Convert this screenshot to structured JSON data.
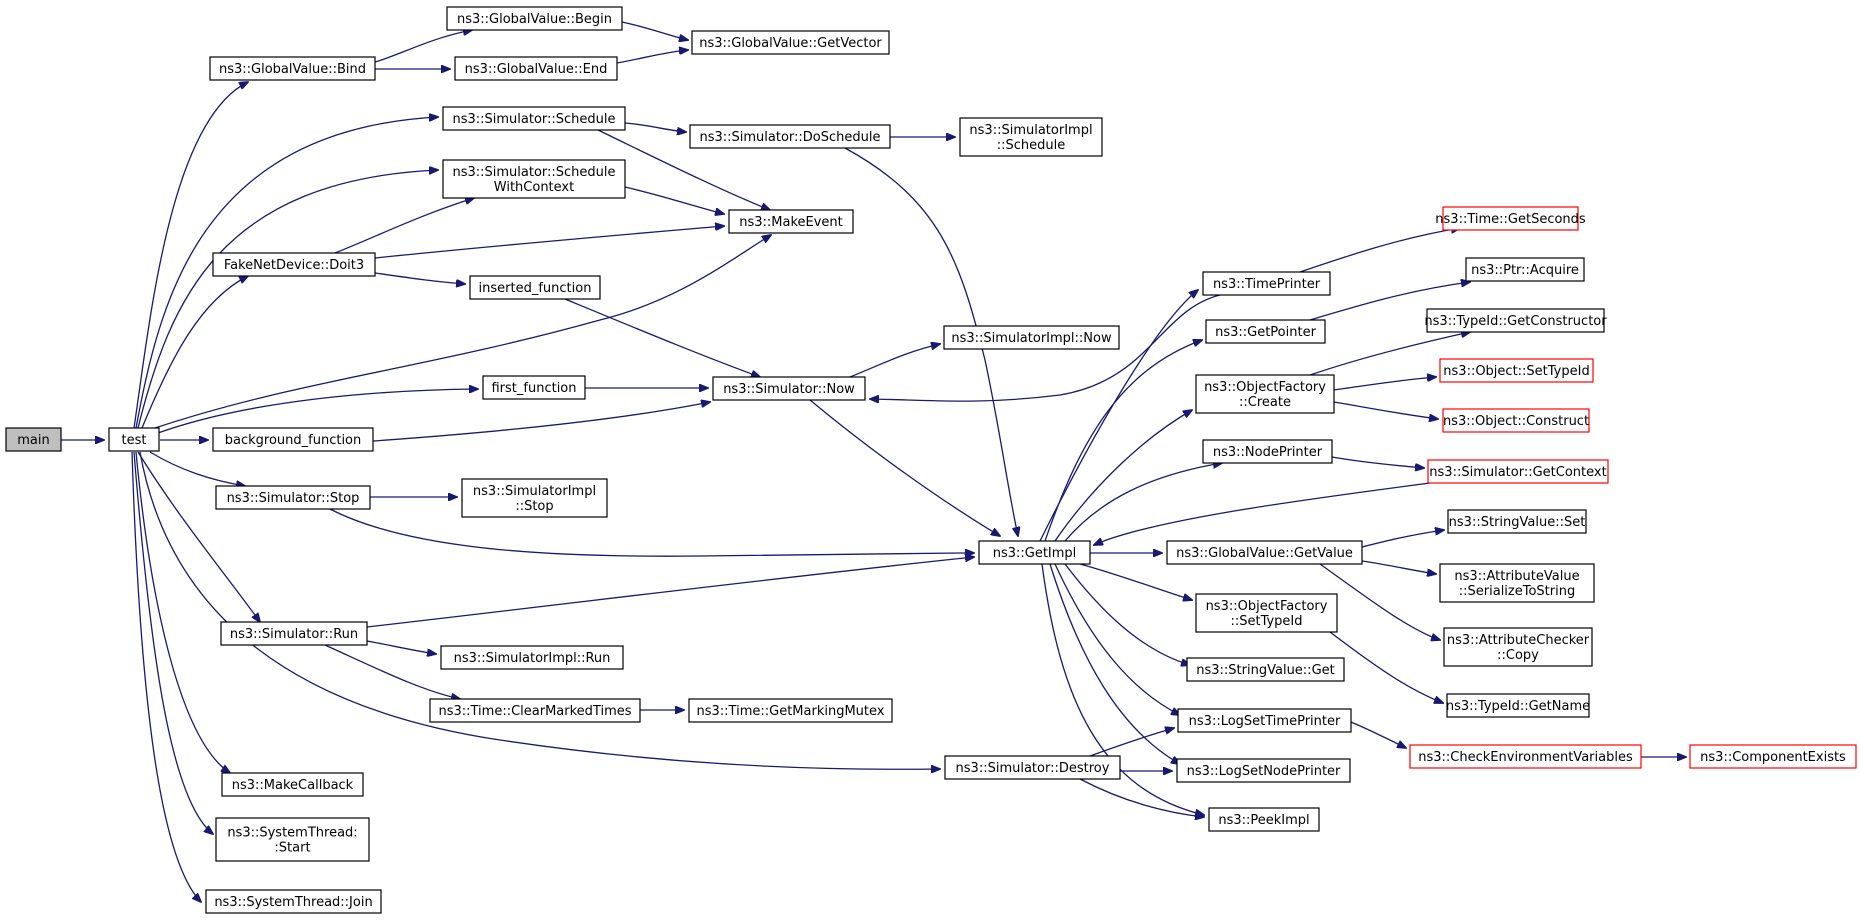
{
  "colors": {
    "edge": "#191970",
    "node_border": "#000000",
    "node_border_incomplete": "#ff0000",
    "root_fill": "#bfbfbf",
    "node_fill": "#ffffff"
  },
  "nodes": [
    {
      "id": "main",
      "lines": [
        "main"
      ],
      "style": "root"
    },
    {
      "id": "test",
      "lines": [
        "test"
      ]
    },
    {
      "id": "gv_bind",
      "lines": [
        "ns3::GlobalValue::Bind"
      ]
    },
    {
      "id": "gv_begin",
      "lines": [
        "ns3::GlobalValue::Begin"
      ]
    },
    {
      "id": "gv_end",
      "lines": [
        "ns3::GlobalValue::End"
      ]
    },
    {
      "id": "gv_getvector",
      "lines": [
        "ns3::GlobalValue::GetVector"
      ]
    },
    {
      "id": "sim_schedule",
      "lines": [
        "ns3::Simulator::Schedule"
      ]
    },
    {
      "id": "sim_doschedule",
      "lines": [
        "ns3::Simulator::DoSchedule"
      ]
    },
    {
      "id": "simimpl_schedule",
      "lines": [
        "ns3::SimulatorImpl",
        "::Schedule"
      ]
    },
    {
      "id": "sim_schedwctx",
      "lines": [
        "ns3::Simulator::Schedule",
        "WithContext"
      ]
    },
    {
      "id": "makeevent",
      "lines": [
        "ns3::MakeEvent"
      ]
    },
    {
      "id": "fake_doit3",
      "lines": [
        "FakeNetDevice::Doit3"
      ]
    },
    {
      "id": "inserted_fn",
      "lines": [
        "inserted_function"
      ]
    },
    {
      "id": "first_fn",
      "lines": [
        "first_function"
      ]
    },
    {
      "id": "sim_now",
      "lines": [
        "ns3::Simulator::Now"
      ]
    },
    {
      "id": "simimpl_now",
      "lines": [
        "ns3::SimulatorImpl::Now"
      ]
    },
    {
      "id": "background_fn",
      "lines": [
        "background_function"
      ]
    },
    {
      "id": "sim_stop",
      "lines": [
        "ns3::Simulator::Stop"
      ]
    },
    {
      "id": "simimpl_stop",
      "lines": [
        "ns3::SimulatorImpl",
        "::Stop"
      ]
    },
    {
      "id": "getimpl",
      "lines": [
        "ns3::GetImpl"
      ]
    },
    {
      "id": "sim_run",
      "lines": [
        "ns3::Simulator::Run"
      ]
    },
    {
      "id": "simimpl_run",
      "lines": [
        "ns3::SimulatorImpl::Run"
      ]
    },
    {
      "id": "time_clear",
      "lines": [
        "ns3::Time::ClearMarkedTimes"
      ]
    },
    {
      "id": "time_mutex",
      "lines": [
        "ns3::Time::GetMarkingMutex"
      ]
    },
    {
      "id": "sim_destroy",
      "lines": [
        "ns3::Simulator::Destroy"
      ]
    },
    {
      "id": "makecallback",
      "lines": [
        "ns3::MakeCallback"
      ]
    },
    {
      "id": "thread_start",
      "lines": [
        "ns3::SystemThread:",
        ":Start"
      ]
    },
    {
      "id": "thread_join",
      "lines": [
        "ns3::SystemThread::Join"
      ]
    },
    {
      "id": "timeprinter",
      "lines": [
        "ns3::TimePrinter"
      ]
    },
    {
      "id": "time_getseconds",
      "lines": [
        "ns3::Time::GetSeconds"
      ],
      "style": "red"
    },
    {
      "id": "getpointer",
      "lines": [
        "ns3::GetPointer"
      ]
    },
    {
      "id": "ptr_acquire",
      "lines": [
        "ns3::Ptr::Acquire"
      ]
    },
    {
      "id": "of_create",
      "lines": [
        "ns3::ObjectFactory",
        "::Create"
      ]
    },
    {
      "id": "typeid_getctor",
      "lines": [
        "ns3::TypeId::GetConstructor"
      ]
    },
    {
      "id": "obj_settypeid",
      "lines": [
        "ns3::Object::SetTypeId"
      ],
      "style": "red"
    },
    {
      "id": "obj_construct",
      "lines": [
        "ns3::Object::Construct"
      ],
      "style": "red"
    },
    {
      "id": "nodeprinter",
      "lines": [
        "ns3::NodePrinter"
      ]
    },
    {
      "id": "sim_getcontext",
      "lines": [
        "ns3::Simulator::GetContext"
      ],
      "style": "red"
    },
    {
      "id": "gv_getvalue",
      "lines": [
        "ns3::GlobalValue::GetValue"
      ]
    },
    {
      "id": "strval_set",
      "lines": [
        "ns3::StringValue::Set"
      ]
    },
    {
      "id": "attrval_ser",
      "lines": [
        "ns3::AttributeValue",
        "::SerializeToString"
      ]
    },
    {
      "id": "of_settypeid",
      "lines": [
        "ns3::ObjectFactory",
        "::SetTypeId"
      ]
    },
    {
      "id": "attrchk_copy",
      "lines": [
        "ns3::AttributeChecker",
        "::Copy"
      ]
    },
    {
      "id": "strval_get",
      "lines": [
        "ns3::StringValue::Get"
      ]
    },
    {
      "id": "typeid_getname",
      "lines": [
        "ns3::TypeId::GetName"
      ]
    },
    {
      "id": "logsettime",
      "lines": [
        "ns3::LogSetTimePrinter"
      ]
    },
    {
      "id": "checkenv",
      "lines": [
        "ns3::CheckEnvironmentVariables"
      ],
      "style": "red"
    },
    {
      "id": "compexists",
      "lines": [
        "ns3::ComponentExists"
      ],
      "style": "red"
    },
    {
      "id": "logsetnode",
      "lines": [
        "ns3::LogSetNodePrinter"
      ]
    },
    {
      "id": "peekimpl",
      "lines": [
        "ns3::PeekImpl"
      ]
    }
  ]
}
